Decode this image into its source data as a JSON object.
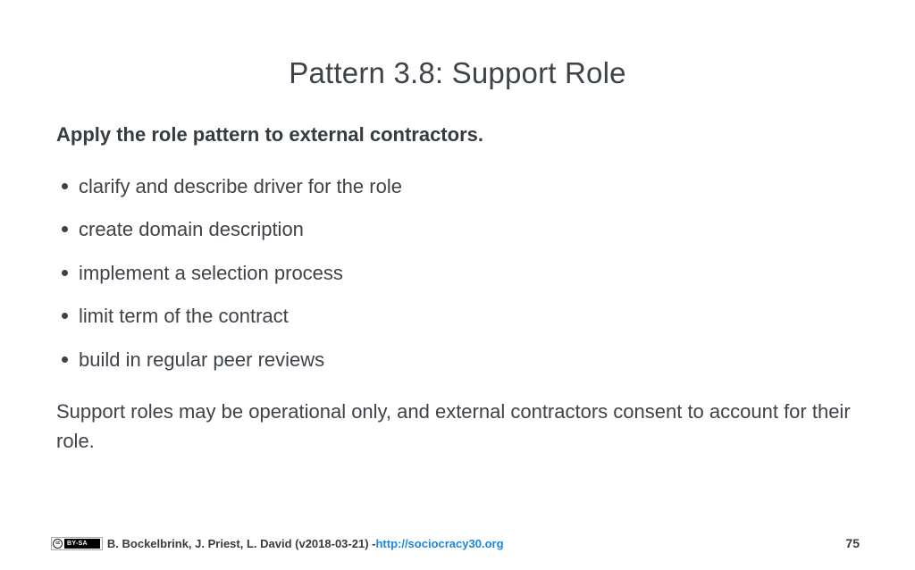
{
  "slide": {
    "title": "Pattern 3.8: Support Role",
    "intro": "Apply the role pattern to external contractors.",
    "bullets": [
      "clarify and describe driver for the role",
      "create domain description",
      "implement a selection process",
      "limit term of the contract",
      "build in regular peer reviews"
    ],
    "closing": "Support roles may be operational only, and external contractors consent to account for their role."
  },
  "footer": {
    "license": {
      "cc_mark": "cc",
      "label": "BY-SA"
    },
    "attribution": "B. Bockelbrink, J. Priest, L. David (v2018-03-21) - ",
    "link": "http://sociocracy30.org",
    "page_number": "75"
  },
  "colors": {
    "text": "#3e4349",
    "link": "#1a87dd",
    "background": "#ffffff"
  }
}
